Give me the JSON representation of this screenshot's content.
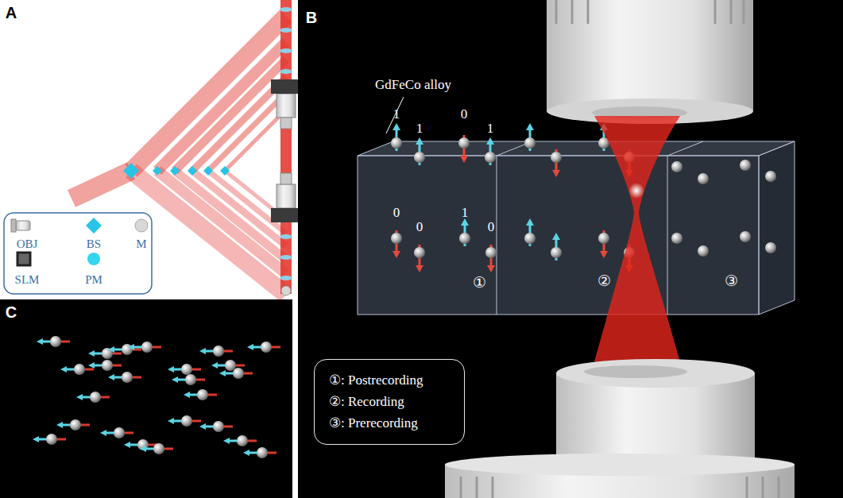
{
  "diagram": {
    "nodes": [
      {
        "text": [
          "①: Postrecording",
          "②: Recording",
          "③: Prerecording"
        ]
      }
    ],
    "labels": [
      "A",
      "B",
      "GdFeCo alloy",
      "1",
      "0",
      "1",
      "1",
      "0",
      "1",
      "0",
      "0",
      "①",
      "②",
      "③",
      "C"
    ],
    "legend": [
      {
        "text": "OBJ"
      },
      {
        "text": "BS"
      },
      {
        "text": "M"
      },
      {
        "text": "SLM"
      },
      {
        "text": "PM"
      }
    ]
  }
}
